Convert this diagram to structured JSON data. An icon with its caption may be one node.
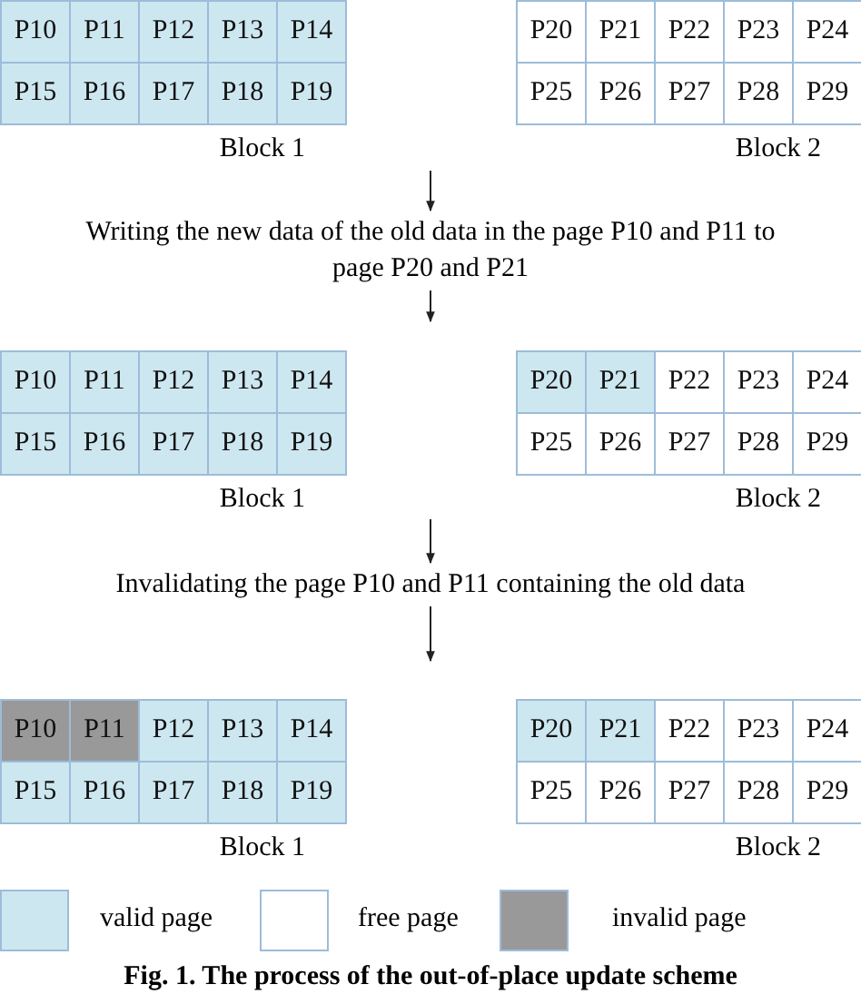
{
  "diagram": {
    "caption": "Fig. 1. The process of the out-of-place update scheme",
    "nodes": [
      {
        "text": [
          "Block 1"
        ]
      },
      {
        "text": [
          "P10"
        ],
        "in": 0
      },
      {
        "text": [
          "P11"
        ],
        "in": 0
      },
      {
        "text": [
          "P12"
        ],
        "in": 0
      },
      {
        "text": [
          "P13"
        ],
        "in": 0
      },
      {
        "text": [
          "P14"
        ],
        "in": 0
      },
      {
        "text": [
          "P15"
        ],
        "in": 0
      },
      {
        "text": [
          "P16"
        ],
        "in": 0
      },
      {
        "text": [
          "P17"
        ],
        "in": 0
      },
      {
        "text": [
          "P18"
        ],
        "in": 0
      },
      {
        "text": [
          "P19"
        ],
        "in": 0
      },
      {
        "text": [
          "Block 2"
        ]
      },
      {
        "text": [
          "P20"
        ],
        "in": 11
      },
      {
        "text": [
          "P21"
        ],
        "in": 11
      },
      {
        "text": [
          "P22"
        ],
        "in": 11
      },
      {
        "text": [
          "P23"
        ],
        "in": 11
      },
      {
        "text": [
          "P24"
        ],
        "in": 11
      },
      {
        "text": [
          "P25"
        ],
        "in": 11
      },
      {
        "text": [
          "P26"
        ],
        "in": 11
      },
      {
        "text": [
          "P27"
        ],
        "in": 11
      },
      {
        "text": [
          "P28"
        ],
        "in": 11
      },
      {
        "text": [
          "P29"
        ],
        "in": 11
      },
      {
        "text": [
          "Writing the new data of the old data in the page P10 and P11 to page P20 and P21"
        ]
      },
      {
        "text": [
          "Block 1"
        ]
      },
      {
        "text": [
          "P10"
        ],
        "in": 23
      },
      {
        "text": [
          "P11"
        ],
        "in": 23
      },
      {
        "text": [
          "P12"
        ],
        "in": 23
      },
      {
        "text": [
          "P13"
        ],
        "in": 23
      },
      {
        "text": [
          "P14"
        ],
        "in": 23
      },
      {
        "text": [
          "P15"
        ],
        "in": 23
      },
      {
        "text": [
          "P16"
        ],
        "in": 23
      },
      {
        "text": [
          "P17"
        ],
        "in": 23
      },
      {
        "text": [
          "P18"
        ],
        "in": 23
      },
      {
        "text": [
          "P19"
        ],
        "in": 23
      },
      {
        "text": [
          "Block 2"
        ]
      },
      {
        "text": [
          "P20"
        ],
        "in": 34
      },
      {
        "text": [
          "P21"
        ],
        "in": 34
      },
      {
        "text": [
          "P22"
        ],
        "in": 34
      },
      {
        "text": [
          "P23"
        ],
        "in": 34
      },
      {
        "text": [
          "P24"
        ],
        "in": 34
      },
      {
        "text": [
          "P25"
        ],
        "in": 34
      },
      {
        "text": [
          "P26"
        ],
        "in": 34
      },
      {
        "text": [
          "P27"
        ],
        "in": 34
      },
      {
        "text": [
          "P28"
        ],
        "in": 34
      },
      {
        "text": [
          "P29"
        ],
        "in": 34
      },
      {
        "text": [
          "Invalidating the page P10 and P11 containing the old data"
        ]
      },
      {
        "text": [
          "Block 1"
        ]
      },
      {
        "text": [
          "P10"
        ],
        "in": 46
      },
      {
        "text": [
          "P11"
        ],
        "in": 46
      },
      {
        "text": [
          "P12"
        ],
        "in": 46
      },
      {
        "text": [
          "P13"
        ],
        "in": 46
      },
      {
        "text": [
          "P14"
        ],
        "in": 46
      },
      {
        "text": [
          "P15"
        ],
        "in": 46
      },
      {
        "text": [
          "P16"
        ],
        "in": 46
      },
      {
        "text": [
          "P17"
        ],
        "in": 46
      },
      {
        "text": [
          "P18"
        ],
        "in": 46
      },
      {
        "text": [
          "P19"
        ],
        "in": 46
      },
      {
        "text": [
          "Block 2"
        ]
      },
      {
        "text": [
          "P20"
        ],
        "in": 57
      },
      {
        "text": [
          "P21"
        ],
        "in": 57
      },
      {
        "text": [
          "P22"
        ],
        "in": 57
      },
      {
        "text": [
          "P23"
        ],
        "in": 57
      },
      {
        "text": [
          "P24"
        ],
        "in": 57
      },
      {
        "text": [
          "P25"
        ],
        "in": 57
      },
      {
        "text": [
          "P26"
        ],
        "in": 57
      },
      {
        "text": [
          "P27"
        ],
        "in": 57
      },
      {
        "text": [
          "P28"
        ],
        "in": 57
      },
      {
        "text": [
          "P29"
        ],
        "in": 57
      }
    ],
    "edges": [
      {
        "from": null,
        "to": 22,
        "arrow": "to"
      },
      {
        "from": 22,
        "to": null,
        "arrow": "to"
      },
      {
        "from": null,
        "to": 45,
        "arrow": "to"
      },
      {
        "from": 45,
        "to": null,
        "arrow": "to"
      }
    ],
    "legend": [
      {
        "text": "valid page",
        "color": "#cde7f0"
      },
      {
        "text": "free page",
        "color": "#ffffff"
      },
      {
        "text": "invalid page",
        "color": "#999999"
      }
    ]
  }
}
